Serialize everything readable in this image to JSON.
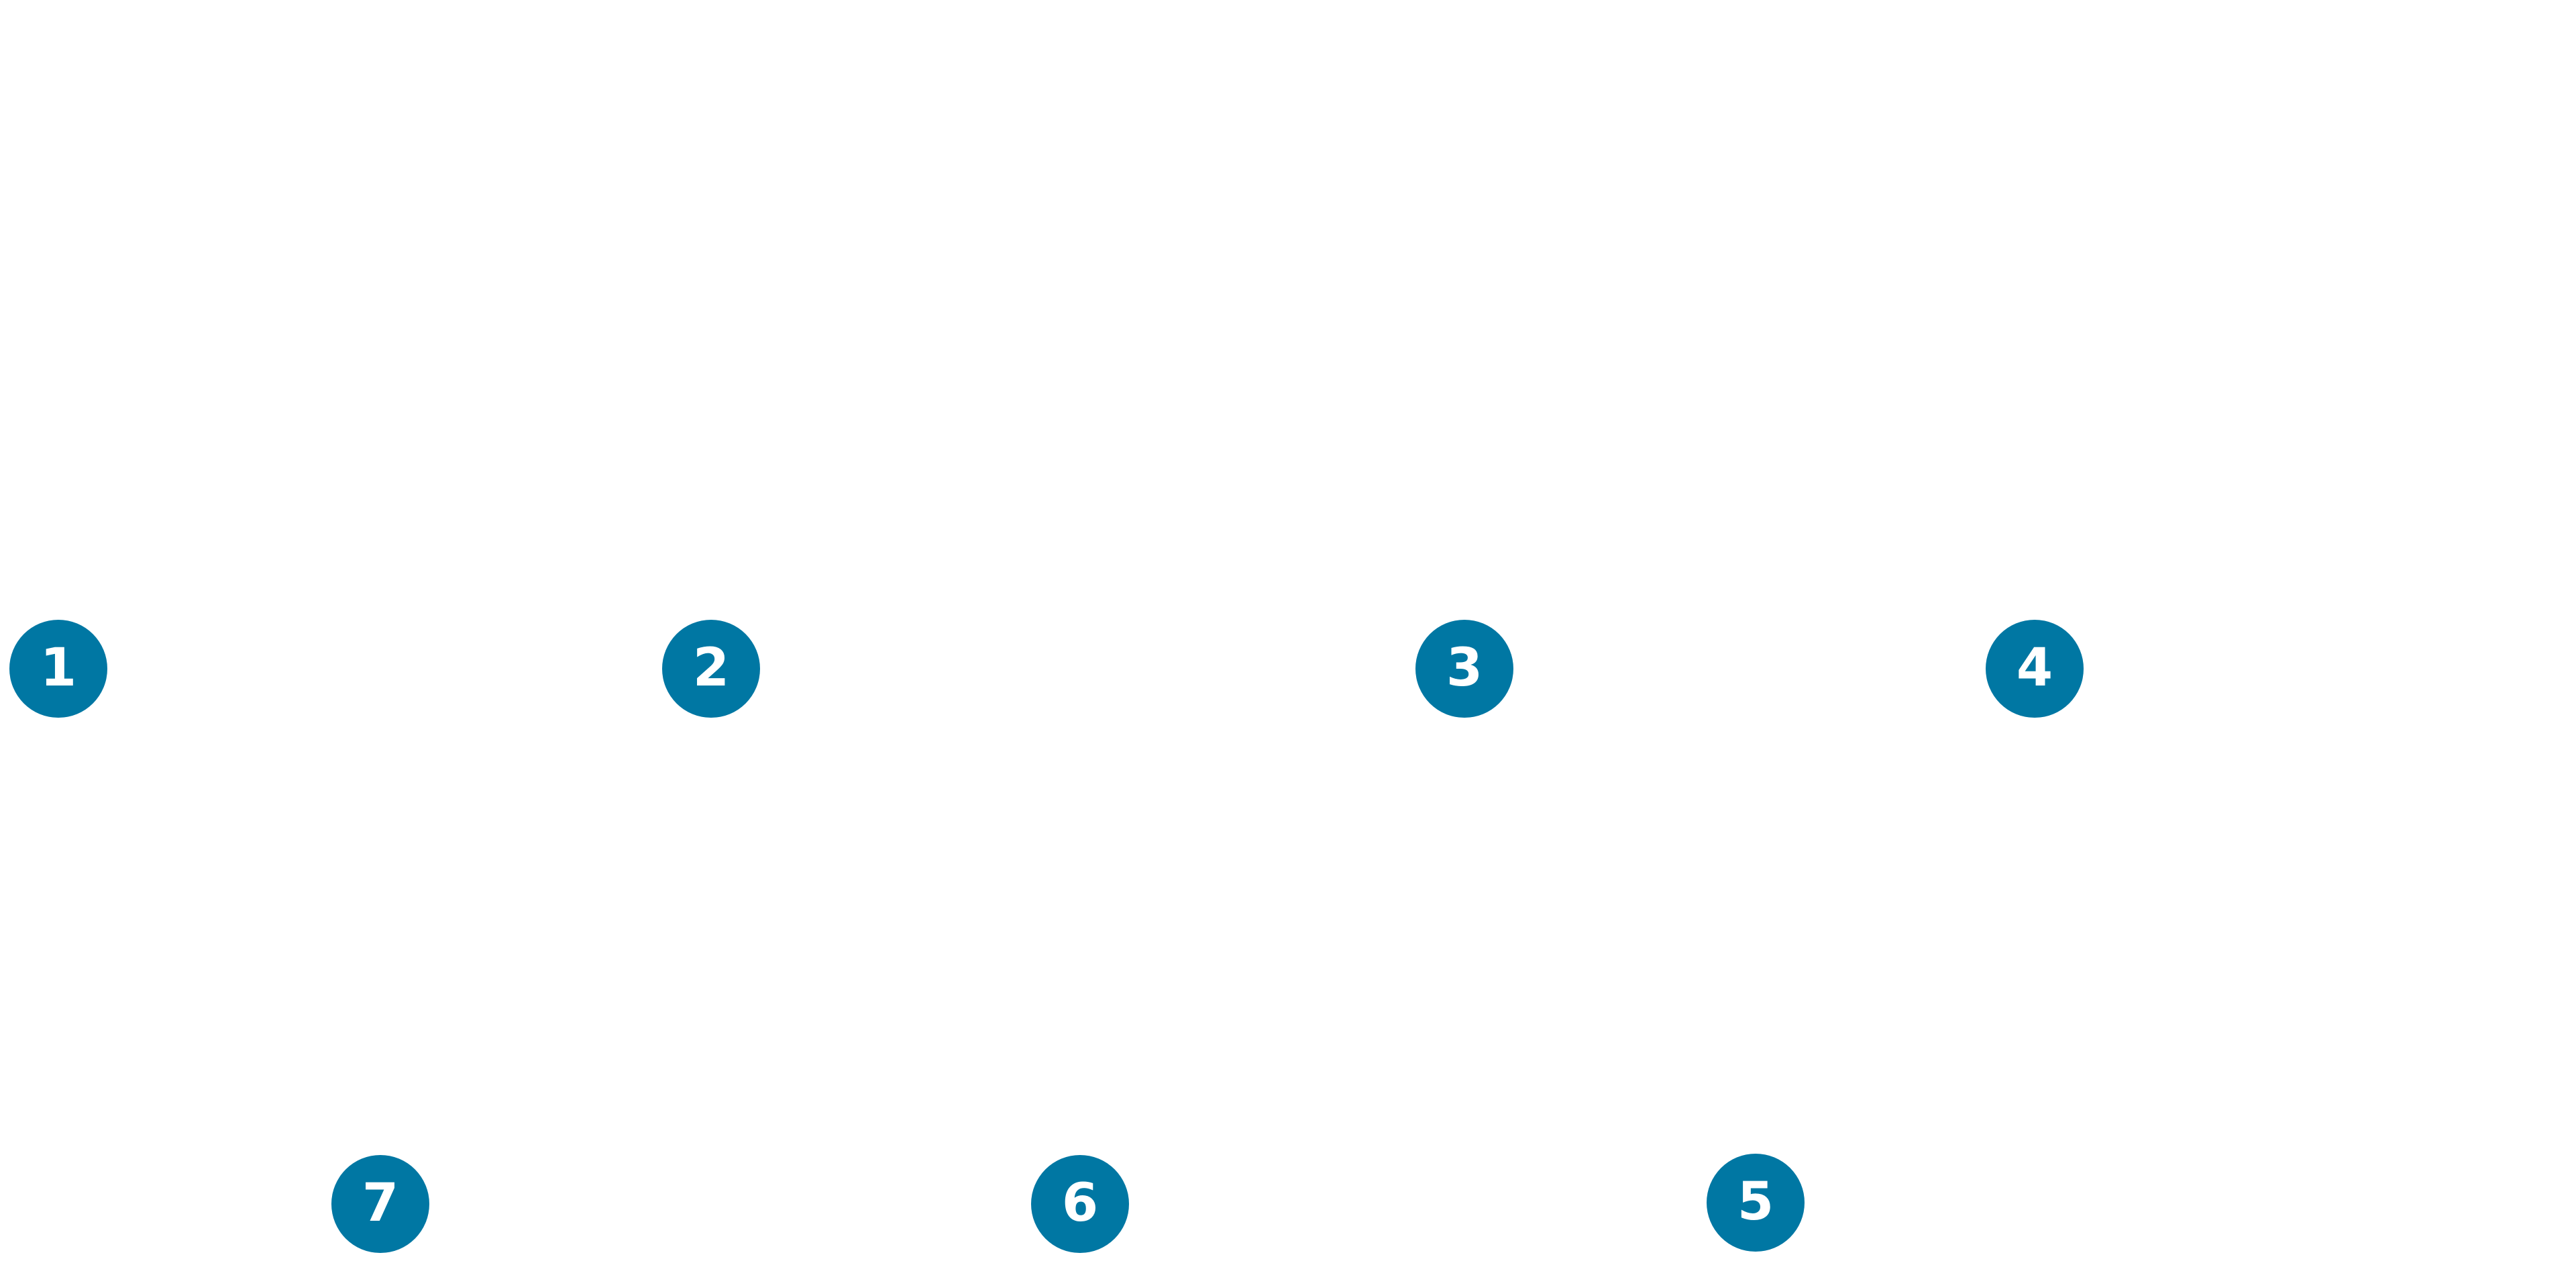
{
  "badge_color": "#0077a3",
  "badge_text_color": "#ffffff",
  "markers": [
    {
      "label": "1"
    },
    {
      "label": "2"
    },
    {
      "label": "3"
    },
    {
      "label": "4"
    },
    {
      "label": "5"
    },
    {
      "label": "6"
    },
    {
      "label": "7"
    }
  ]
}
